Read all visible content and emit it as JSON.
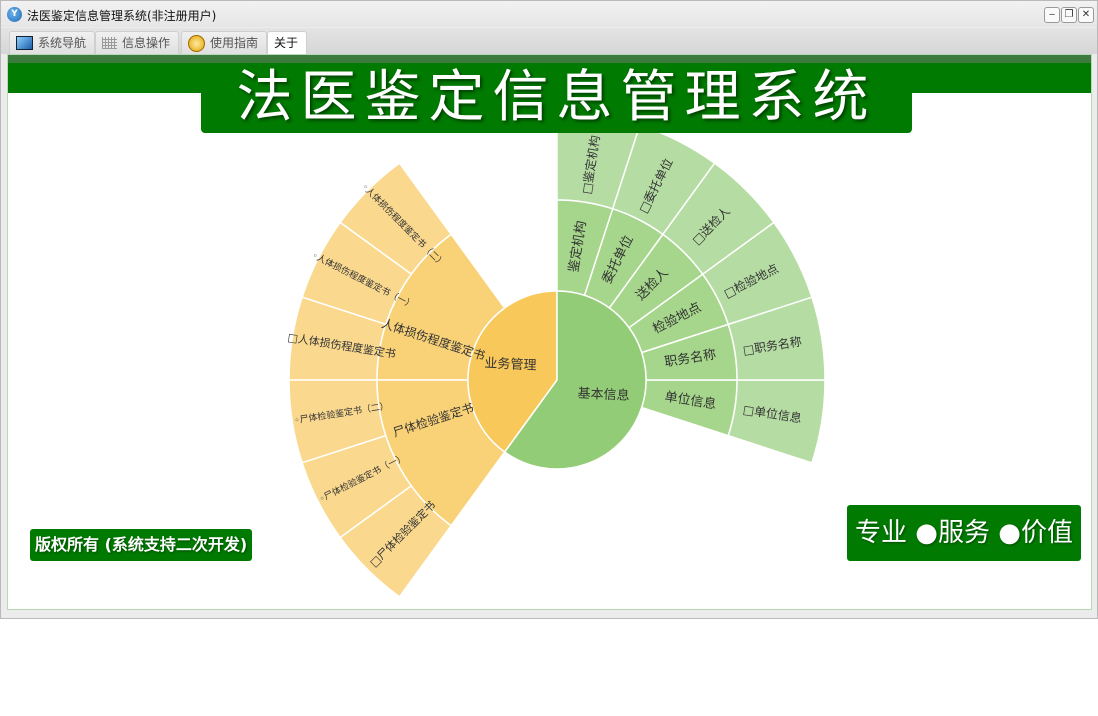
{
  "window": {
    "title": "法医鉴定信息管理系统(非注册用户)",
    "icon": "app-logo-icon"
  },
  "tabs": [
    {
      "label": "系统导航",
      "icon": "monitor-icon"
    },
    {
      "label": "信息操作",
      "icon": "grid-icon"
    },
    {
      "label": "使用指南",
      "icon": "help-icon"
    },
    {
      "label": "关于",
      "icon": ""
    }
  ],
  "banner": {
    "title": "法医鉴定信息管理系统"
  },
  "footer": {
    "copyright": "版权所有 (系统支持二次开发)",
    "slogan": "专业 ●服务 ●价值"
  },
  "colors": {
    "brand": "#007a00",
    "orange": [
      "#f9c85b",
      "#f9d277",
      "#fad98f"
    ],
    "green": [
      "#93cc76",
      "#a5d68b",
      "#b5dca3"
    ]
  },
  "sunburst": {
    "type": "sunburst",
    "nodes": [
      {
        "name": "基本信息",
        "color": "green",
        "value": 9,
        "children": [
          {
            "name": "鉴定机构",
            "value": 0.75,
            "children": [
              {
                "name": "□鉴定机构",
                "value": 0.75
              }
            ]
          },
          {
            "name": "委托单位",
            "value": 0.75,
            "children": [
              {
                "name": "□委托单位",
                "value": 0.75
              }
            ]
          },
          {
            "name": "送检人",
            "value": 0.75,
            "children": [
              {
                "name": "□送检人",
                "value": 0.75
              }
            ]
          },
          {
            "name": "检验地点",
            "value": 0.75,
            "children": [
              {
                "name": "□检验地点",
                "value": 0.75
              }
            ]
          },
          {
            "name": "职务名称",
            "value": 0.75,
            "children": [
              {
                "name": "□职务名称",
                "value": 0.75
              }
            ]
          },
          {
            "name": "单位信息",
            "value": 0.75,
            "children": [
              {
                "name": "□单位信息",
                "value": 0.75
              }
            ]
          }
        ]
      },
      {
        "name": "业务管理",
        "color": "orange",
        "value": 6,
        "children": [
          {
            "name": "尸体检验鉴定书",
            "value": 3,
            "children": [
              {
                "name": "□尸体检验鉴定书",
                "value": 1
              },
              {
                "name": "◦尸体检验鉴定书（一）",
                "value": 1
              },
              {
                "name": "◦尸体检验鉴定书（二）",
                "value": 1
              }
            ]
          },
          {
            "name": "人体损伤程度鉴定书",
            "value": 3,
            "children": [
              {
                "name": "□人体损伤程度鉴定书",
                "value": 1
              },
              {
                "name": "◦人体损伤程度鉴定书（一）",
                "value": 1
              },
              {
                "name": "◦人体损伤程度鉴定书（二）",
                "value": 1
              }
            ]
          }
        ]
      }
    ]
  }
}
